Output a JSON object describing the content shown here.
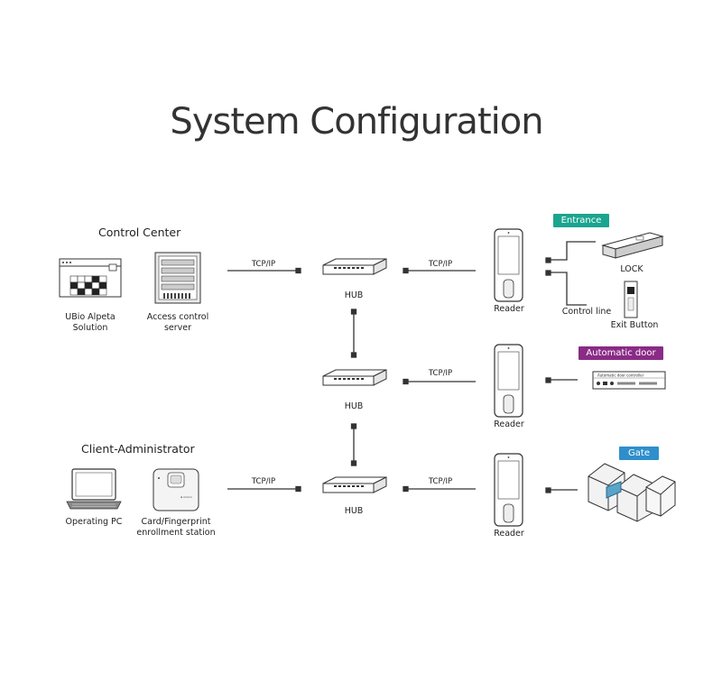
{
  "title": "System Configuration",
  "sections": {
    "control_center": "Control Center",
    "client_admin": "Client-Administrator"
  },
  "devices": {
    "ubio": "UBio Alpeta Solution",
    "ubio_line1": "UBio Alpeta",
    "ubio_line2": "Solution",
    "server_line1": "Access control",
    "server_line2": "server",
    "pc": "Operating PC",
    "station_line1": "Card/Fingerprint",
    "station_line2": "enrollment station",
    "hub": "HUB",
    "reader": "Reader",
    "lock": "LOCK",
    "exit_button": "Exit Button",
    "control_line": "Control line",
    "door_controller_text": "Automatic door controller"
  },
  "protocol": "TCP/IP",
  "badges": {
    "entrance": {
      "label": "Entrance",
      "color": "#1aa58f"
    },
    "automatic_door": {
      "label": "Automatic door",
      "color": "#8a2b86"
    },
    "gate": {
      "label": "Gate",
      "color": "#2f8fcb"
    }
  }
}
